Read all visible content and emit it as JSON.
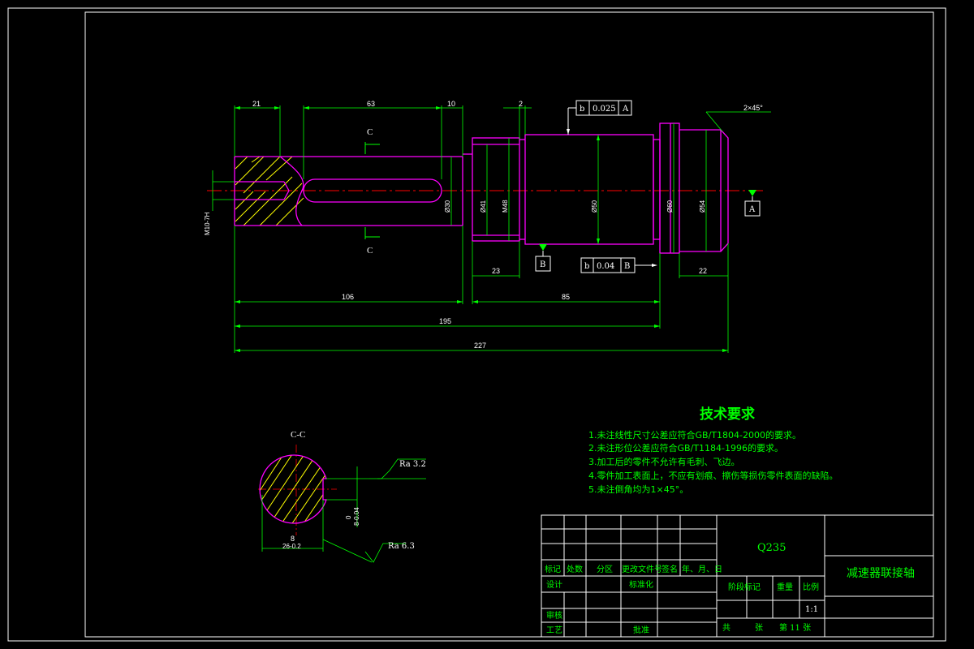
{
  "dimensions": {
    "d21": "21",
    "d63": "63",
    "d10": "10",
    "d2": "2",
    "d23": "23",
    "d22": "22",
    "d106": "106",
    "d85": "85",
    "d195": "195",
    "d227": "227",
    "thread": "M10-7H",
    "dia30": "Ø30",
    "dia41": "Ø41",
    "m48": "M48",
    "dia50": "Ø50",
    "dia60": "Ø60",
    "dia54": "Ø54",
    "chamfer": "2×45°"
  },
  "tolerances": {
    "top": {
      "sym": "b",
      "val": "0.025",
      "datum": "A"
    },
    "bottom": {
      "sym": "b",
      "val": "0.04",
      "datum": "B"
    }
  },
  "labels": {
    "c_top": "C",
    "c_bottom": "C",
    "datum_a": "A",
    "datum_b": "B",
    "section": "C-C",
    "ra1": "Ra 3.2",
    "ra2": "Ra 6.3",
    "key_width": "8",
    "key_width_tol": "26-0.2",
    "key_depth": "0",
    "key_depth_tol": "8-0.04"
  },
  "notes": {
    "title": "技术要求",
    "items": [
      "1.未注线性尺寸公差应符合GB/T1804-2000的要求。",
      "2.未注形位公差应符合GB/T1184-1996的要求。",
      "3.加工后的零件不允许有毛刺、飞边。",
      "4.零件加工表面上，不应有划痕、擦伤等损伤零件表面的缺陷。",
      "5.未注倒角均为1×45°。"
    ]
  },
  "titleblock": {
    "material": "Q235",
    "part_name": "减速器联接轴",
    "row_headers": [
      "标记",
      "处数",
      "分区",
      "更改文件号",
      "签名",
      "年、月、日"
    ],
    "design": "设计",
    "standardize": "标准化",
    "review": "审核",
    "process": "工艺",
    "approve": "批准",
    "stage_mark": "阶段标记",
    "weight": "重量",
    "scale_label": "比例",
    "scale": "1:1",
    "total": "共",
    "sheet_unit": "张",
    "sheet_no": "第 11 张"
  },
  "colors": {
    "background": "#000000",
    "outline": "#ff00ff",
    "dimension": "#00ff00",
    "centerline": "#ff0000",
    "hatch": "#ffff00",
    "frame": "#ffffff"
  }
}
